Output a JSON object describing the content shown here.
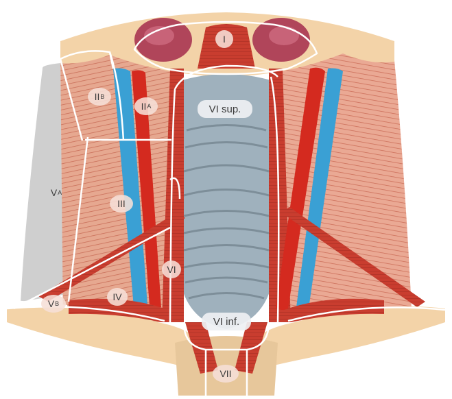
{
  "labels": {
    "level_i": "I",
    "level_iia_main": "II",
    "level_iia_sub": "A",
    "level_iib_main": "II",
    "level_iib_sub": "B",
    "level_iii": "III",
    "level_iv": "IV",
    "level_va_main": "V",
    "level_va_sub": "A",
    "level_vb_main": "V",
    "level_vb_sub": "B",
    "level_vi_sup": "VI sup.",
    "level_vi_left": "VI",
    "level_vi_inf": "VI inf.",
    "level_vii": "VII"
  },
  "colors": {
    "skin": "#f3d3a8",
    "muscle": "#e3a08a",
    "muscle_stripe": "#c8644f",
    "strap_muscle": "#c43d2e",
    "artery": "#d42a1f",
    "vein": "#3aa0d4",
    "trachea": "#9fb1bd",
    "gland": "#b0455a",
    "background_gray": "#cfcfcf",
    "boundary": "#ffffff"
  }
}
